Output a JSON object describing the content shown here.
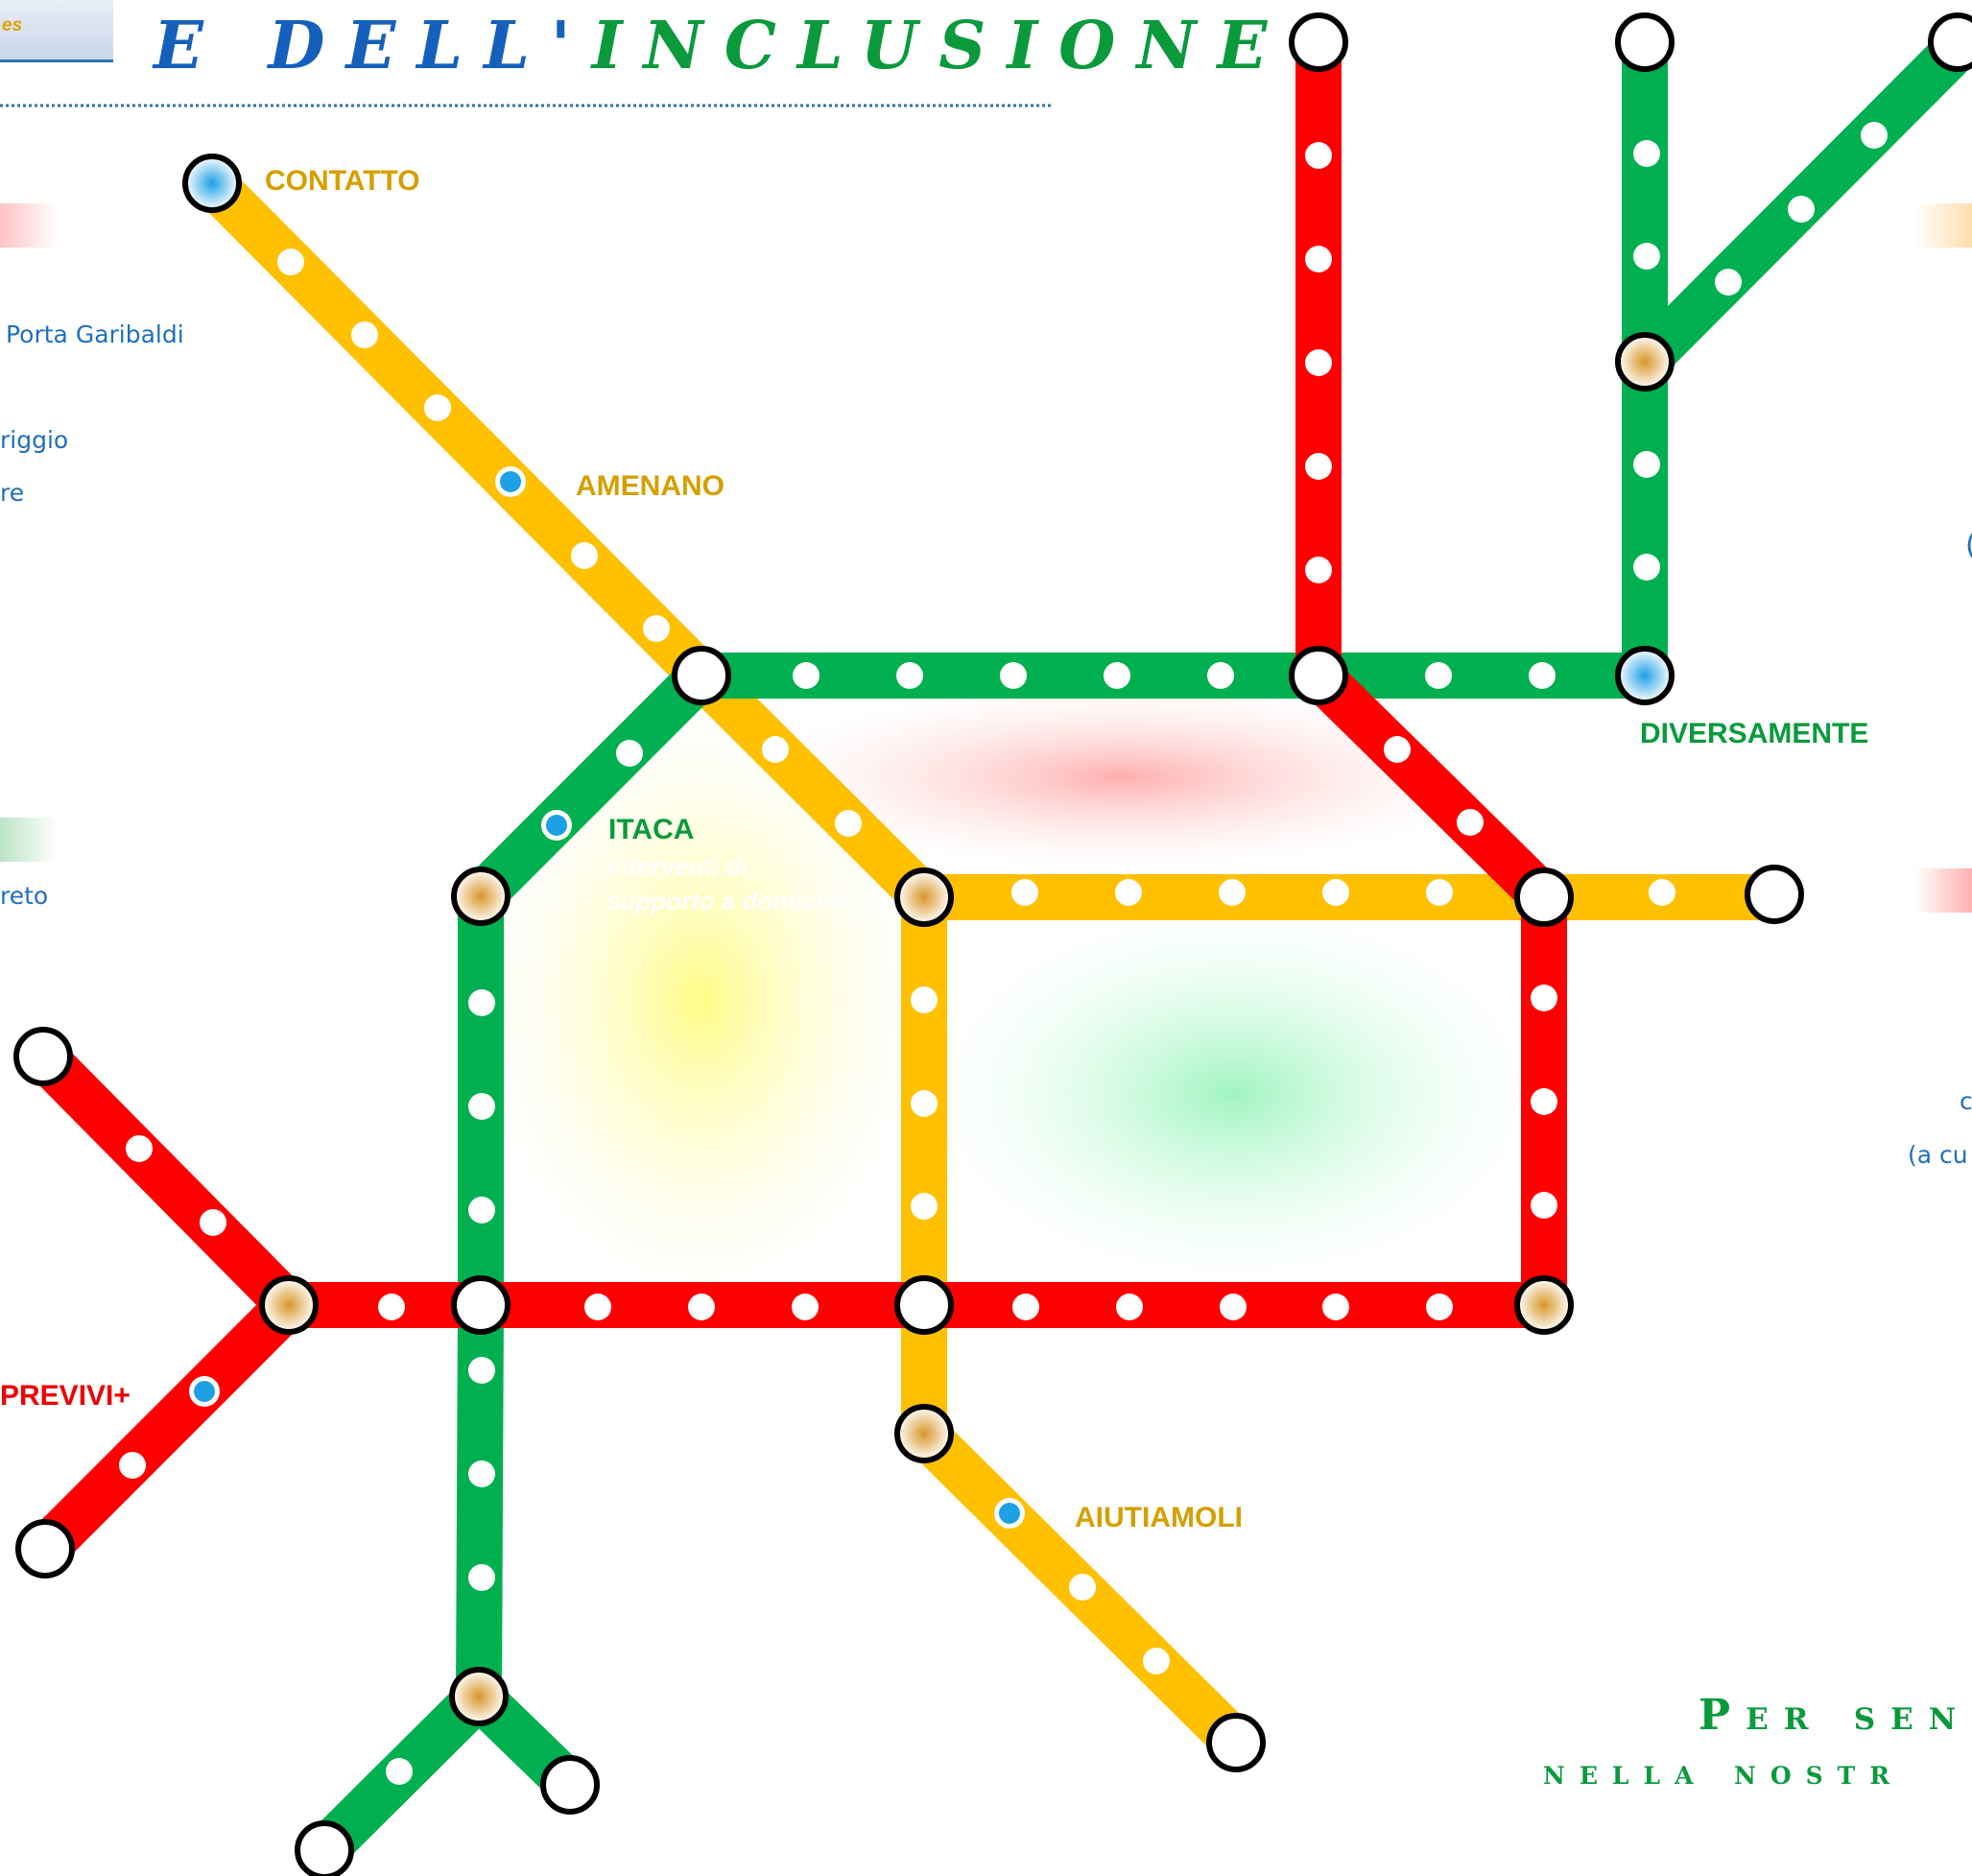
{
  "colors": {
    "red": "#ff0000",
    "green": "#00b050",
    "yellow": "#ffc000",
    "label_yellow": "#d4a000",
    "label_green": "#0a9a3c",
    "label_red": "#ee0000",
    "dot_blue": "#1ea0e6",
    "title_blue": "#1560bd",
    "title_green": "#0a9a3c"
  },
  "header": {
    "tab_text": "es",
    "title_part1": "E DELL'",
    "title_part2": "INCLUSIONE"
  },
  "left_notes": [
    "Porta Garibaldi",
    "riggio",
    "re",
    "reto"
  ],
  "right_notes": [
    "(",
    "c",
    "(a cu"
  ],
  "stations": {
    "contatto": "CONTATTO",
    "amenano": "AMENANO",
    "itaca": "ITACA",
    "itaca_sub1": "interventi di",
    "itaca_sub2": "supporto a domicilio",
    "diversamente": "DIVERSAMENTE",
    "previvi": "PREVIVI+",
    "aiutiamoli": "AIUTIAMOLI"
  },
  "footer": {
    "line1": "Per sen",
    "line2": "nella nostr"
  }
}
